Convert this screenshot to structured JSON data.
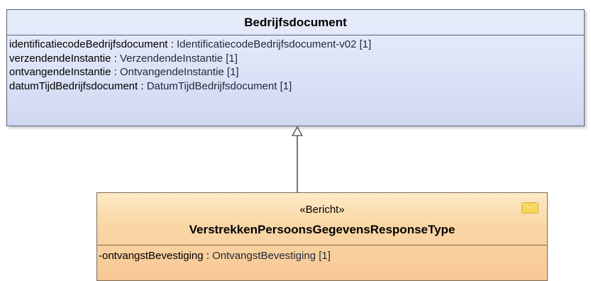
{
  "parent_class": {
    "name": "Bedrijfsdocument",
    "attributes": [
      {
        "name": "identificatiecodeBedrijfsdocument",
        "type": "IdentificatiecodeBedrijfsdocument-v02 [1]"
      },
      {
        "name": "verzendendeInstantie",
        "type": "VerzendendeInstantie [1]"
      },
      {
        "name": "ontvangendeInstantie",
        "type": "OntvangendeInstantie [1]"
      },
      {
        "name": "datumTijdBedrijfsdocument",
        "type": "DatumTijdBedrijfsdocument [1]"
      }
    ],
    "colors": {
      "fill_top": "#e7ecfb",
      "fill_bottom": "#cfd7f1",
      "border": "#55627a"
    }
  },
  "child_class": {
    "stereotype": "«Bericht»",
    "name": "VerstrekkenPersoonsGegevensResponseType",
    "icon": "envelope-icon",
    "attributes": [
      {
        "name": "-ontvangstBevestiging",
        "type": "OntvangstBevestiging [1]"
      }
    ],
    "colors": {
      "fill_top": "#fdebc7",
      "fill_bottom": "#f7c896",
      "border": "#7a6a55",
      "icon": "#f5d55a"
    }
  },
  "relationship": {
    "kind": "generalization",
    "from": "VerstrekkenPersoonsGegevensResponseType",
    "to": "Bedrijfsdocument"
  }
}
